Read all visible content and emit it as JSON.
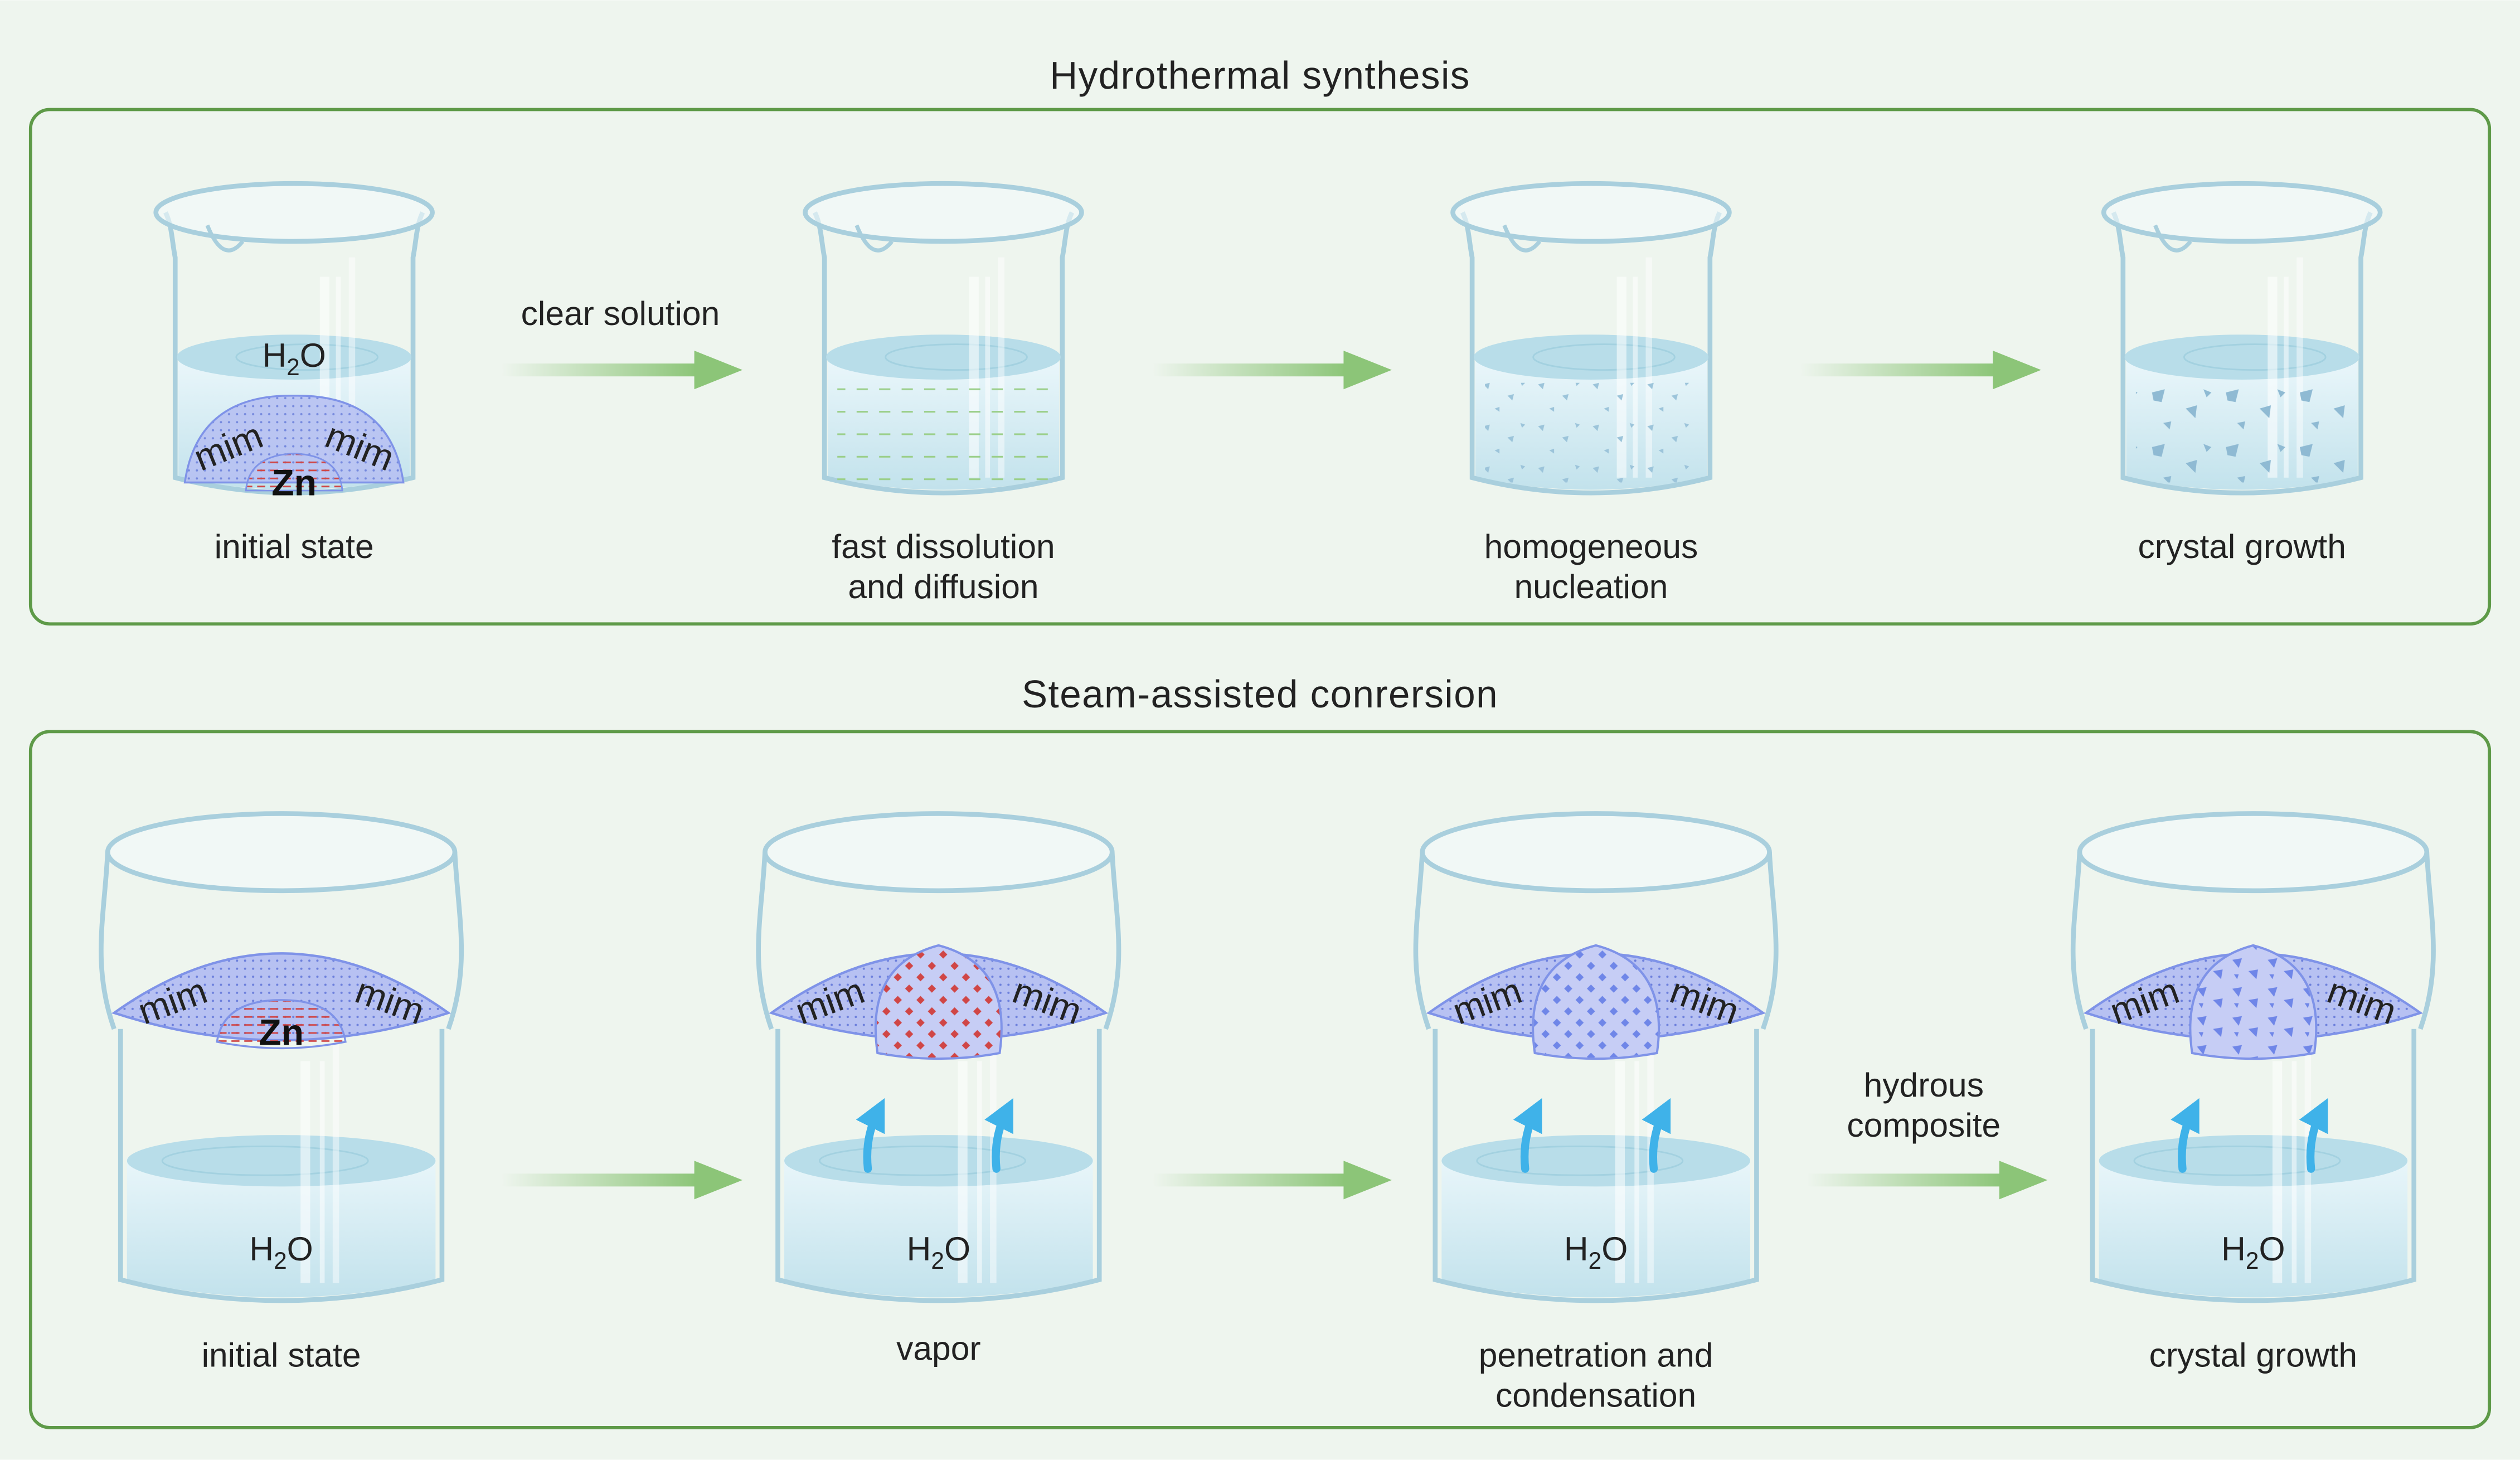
{
  "colors": {
    "page_bg": "#eef5ee",
    "panel_border": "#5e9a48",
    "arrow": "#8cc578",
    "glass": "#a9cfdd",
    "water": "#cfe9f1",
    "zif_blue": "#7f93e8",
    "zn_red": "#d04646",
    "vapor_arrow": "#3fb2e9"
  },
  "top_section": {
    "title": "Hydrothermal synthesis",
    "arrow_labels": [
      "clear solution"
    ],
    "stages": [
      {
        "caption": [
          "initial state"
        ],
        "water_label": "H2O",
        "labels": [
          "mim",
          "mim",
          "Zn"
        ]
      },
      {
        "caption": [
          "fast dissolution",
          "and diffusion"
        ]
      },
      {
        "caption": [
          "homogeneous",
          "nucleation"
        ]
      },
      {
        "caption": [
          "crystal growth"
        ]
      }
    ]
  },
  "bottom_section": {
    "title": "Steam-assisted conrersion",
    "arrow_labels": [
      "hydrous",
      "composite"
    ],
    "stages": [
      {
        "caption": [
          "initial state"
        ],
        "water_label": "H2O",
        "labels": [
          "mim",
          "mim",
          "Zn"
        ]
      },
      {
        "caption": [
          "vapor"
        ],
        "water_label": "H2O",
        "labels": [
          "mim",
          "mim"
        ]
      },
      {
        "caption": [
          "penetration and",
          "condensation"
        ],
        "water_label": "H2O",
        "labels": [
          "mim",
          "mim"
        ]
      },
      {
        "caption": [
          "crystal growth"
        ],
        "water_label": "H2O",
        "labels": [
          "mim",
          "mim"
        ]
      }
    ]
  }
}
